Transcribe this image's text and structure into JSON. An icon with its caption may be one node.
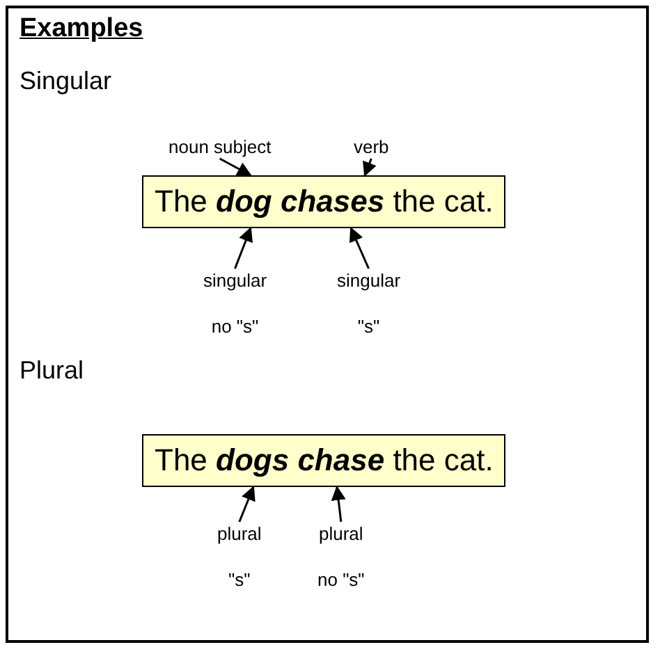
{
  "diagram": {
    "nodes": [
      {
        "text": [
          "Examples"
        ]
      },
      {
        "text": [
          "noun subject"
        ],
        "in": 0
      },
      {
        "text": [
          "verb"
        ],
        "in": 0
      },
      {
        "text": [
          "The **dog chases** the cat."
        ],
        "in": 0
      },
      {
        "text": [
          "singular"
        ],
        "in": 0,
        "beside": [
          "no \"s\""
        ]
      },
      {
        "text": [
          "singular"
        ],
        "in": 0,
        "beside": [
          "\"s\""
        ]
      },
      {
        "text": [
          "The **dogs chase** the cat."
        ],
        "in": 0
      },
      {
        "text": [
          "plural"
        ],
        "in": 0,
        "beside": [
          "\"s\""
        ]
      },
      {
        "text": [
          "plural"
        ],
        "in": 0,
        "beside": [
          "no \"s\""
        ]
      }
    ],
    "edges": [
      {
        "from": 1,
        "to": 3,
        "arrow": "to"
      },
      {
        "from": 2,
        "to": 3,
        "arrow": "to"
      },
      {
        "from": 4,
        "to": 3,
        "arrow": "to"
      },
      {
        "from": 5,
        "to": 3,
        "arrow": "to"
      },
      {
        "from": 7,
        "to": 6,
        "arrow": "to"
      },
      {
        "from": 8,
        "to": 6,
        "arrow": "to"
      }
    ],
    "labels": [
      "Singular",
      "Plural"
    ]
  }
}
